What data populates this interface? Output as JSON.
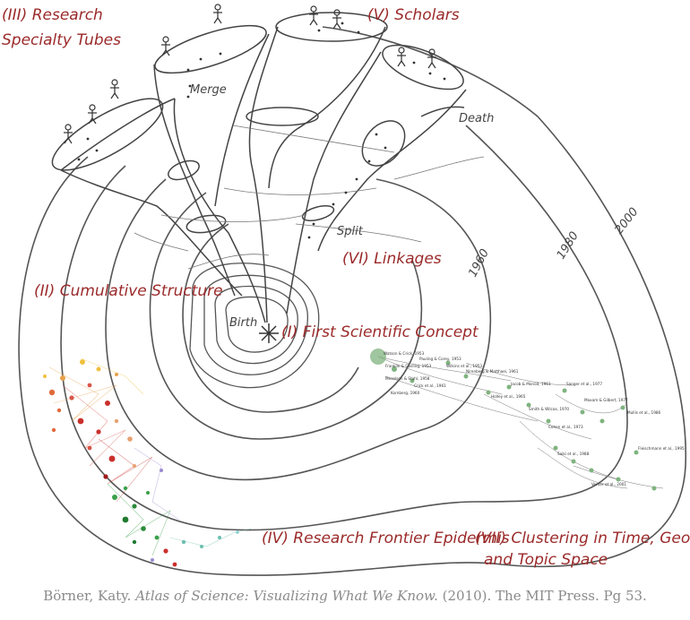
{
  "labels": {
    "research_specialty_tubes_l1": "(III) Research",
    "research_specialty_tubes_l2": "Specialty Tubes",
    "scholars": "(V) Scholars",
    "merge": "Merge",
    "death": "Death",
    "split": "Split",
    "linkages": "(VI) Linkages",
    "cumulative_structure": "(II) Cumulative Structure",
    "birth": "Birth",
    "first_scientific_concept": "(I) First Scientific Concept",
    "research_frontier_epidermis": "(IV) Research Frontier Epidermis",
    "clustering_l1": "(VII) Clustering in Time, Geography,",
    "clustering_l2": "and Topic Space"
  },
  "years": {
    "y1960": "1960",
    "y1980": "1980",
    "y2000": "2000"
  },
  "citation": {
    "author": "Börner, Katy.",
    "title": "Atlas of Science: Visualizing What We Know.",
    "rest": "(2010). The MIT Press. Pg 53."
  },
  "timeline_refs": [
    "Watson & Crick, 1953",
    "Pauling & Corey, 1953",
    "Franklin & Gosling, 1953",
    "Wilkins et al., 1953",
    "Meselson & Stahl, 1958",
    "Crick et al., 1961",
    "Nirenberg & Matthaei, 1961",
    "Holley et al., 1965",
    "Jacob & Monod, 1961",
    "Kornberg, 1960",
    "Smith & Wilcox, 1970",
    "Sanger et al., 1977",
    "Maxam & Gilbert, 1977",
    "Cohen et al., 1973",
    "Mullis et al., 1986",
    "Saiki et al., 1988",
    "Fleischmann et al., 1995",
    "Venter et al., 2001"
  ],
  "colors": {
    "label_red": "#9b2a2a",
    "pencil": "#555555",
    "citation_gray": "#8a8a8a",
    "green_node": "#7fb37f"
  }
}
